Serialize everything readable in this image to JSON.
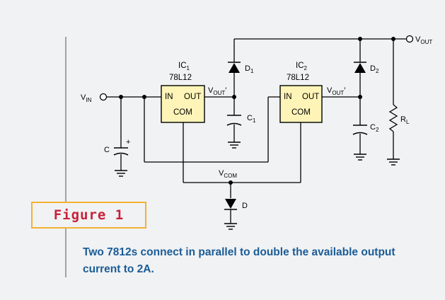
{
  "figure": {
    "label": "Figure 1"
  },
  "caption": "Two 7812s connect in parallel to double the available output current to 2A.",
  "components": {
    "ic1": {
      "name": "IC",
      "sub": "1",
      "part": "78L12",
      "pin_in": "IN",
      "pin_out": "OUT",
      "pin_com": "COM"
    },
    "ic2": {
      "name": "IC",
      "sub": "2",
      "part": "78L12",
      "pin_in": "IN",
      "pin_out": "OUT",
      "pin_com": "COM"
    },
    "vin": {
      "main": "V",
      "sub": "IN"
    },
    "vout": {
      "main": "V",
      "sub": "OUT"
    },
    "vout_prime_1": {
      "main": "V",
      "sub": "OUT",
      "prime": "′"
    },
    "vout_prime_2": {
      "main": "V",
      "sub": "OUT",
      "prime": "′"
    },
    "vcom": {
      "main": "V",
      "sub": "COM"
    },
    "c_in": {
      "main": "C",
      "plus": "+"
    },
    "c1": {
      "main": "C",
      "sub": "1"
    },
    "c2": {
      "main": "C",
      "sub": "2"
    },
    "d1": {
      "main": "D",
      "sub": "1"
    },
    "d2": {
      "main": "D",
      "sub": "2"
    },
    "d": {
      "main": "D"
    },
    "rl": {
      "main": "R",
      "sub": "L"
    }
  },
  "colors": {
    "ic_fill": "#fff4b8",
    "figure_border": "#f2b234",
    "figure_text": "#c8213a",
    "caption_text": "#1a5c98"
  }
}
